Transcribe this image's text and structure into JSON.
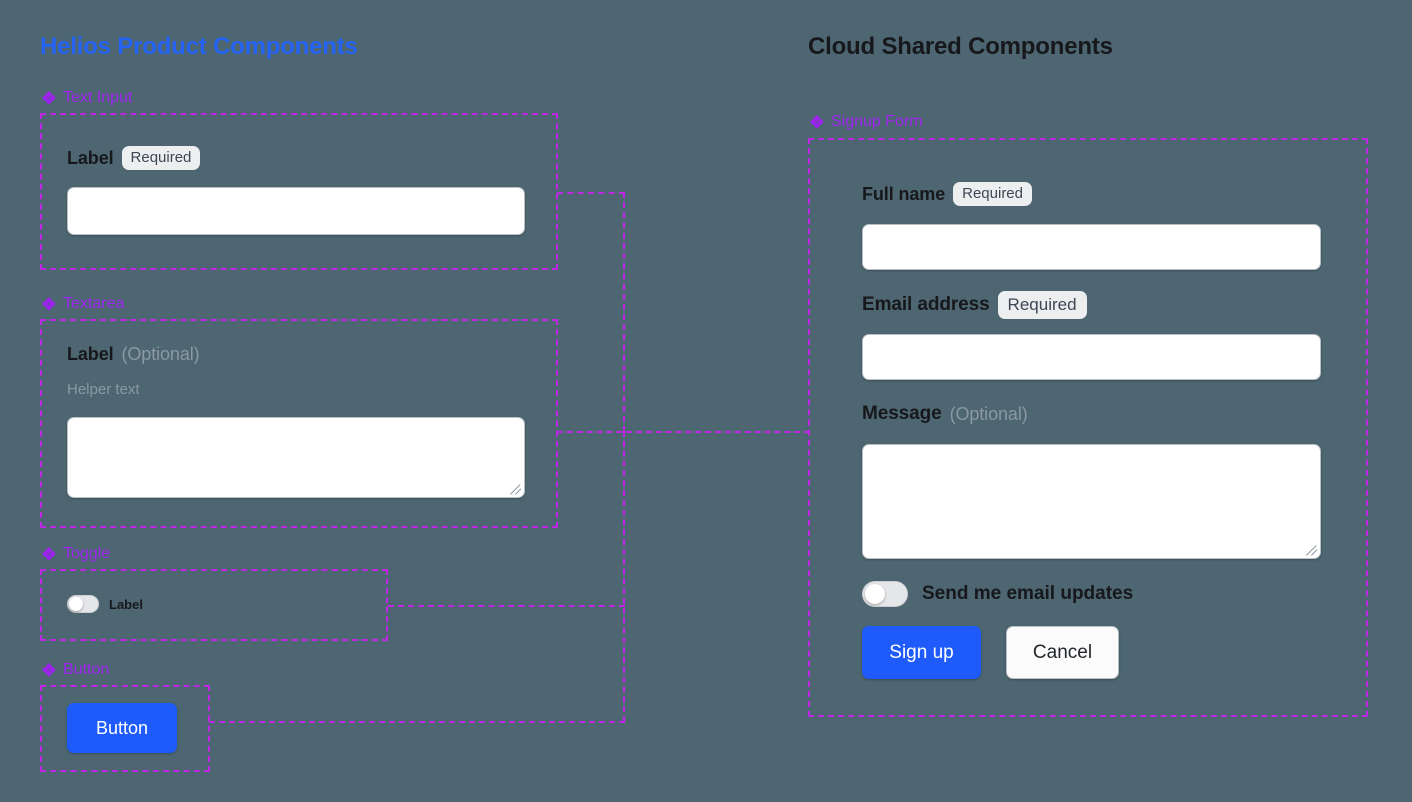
{
  "background_color": "#4d6671",
  "accent_colors": {
    "helios_title": "#2563f5",
    "component_purple": "#9d21ef",
    "frame_dashed": "#c026e8",
    "primary_button": "#1e5bfa",
    "badge_background": "#eceef0",
    "muted_text": "#8a99a3"
  },
  "panels": {
    "left": {
      "title": "Helios Product Components",
      "sections": [
        {
          "icon": "component-diamond-icon",
          "label": "Text Input"
        },
        {
          "icon": "component-diamond-icon",
          "label": "Textarea"
        },
        {
          "icon": "component-diamond-icon",
          "label": "Toggle"
        },
        {
          "icon": "component-diamond-icon",
          "label": "Button"
        }
      ]
    },
    "right": {
      "title": "Cloud Shared Components",
      "sections": [
        {
          "icon": "component-diamond-icon",
          "label": "Signup Form"
        }
      ]
    }
  },
  "text_input_component": {
    "label": "Label",
    "badge": "Required",
    "value": "",
    "placeholder": ""
  },
  "textarea_component": {
    "label": "Label",
    "optional": "(Optional)",
    "helper_text": "Helper text",
    "value": "",
    "placeholder": ""
  },
  "toggle_component": {
    "label": "Label",
    "state": "off"
  },
  "button_component": {
    "label": "Button"
  },
  "signup_form": {
    "fields": [
      {
        "label": "Full name",
        "badge": "Required",
        "value": "",
        "placeholder": ""
      },
      {
        "label": "Email address",
        "badge": "Required",
        "value": "",
        "placeholder": ""
      },
      {
        "label": "Message",
        "optional": "(Optional)",
        "value": "",
        "placeholder": ""
      }
    ],
    "toggle": {
      "label": "Send me email updates",
      "state": "off"
    },
    "actions": {
      "primary": "Sign up",
      "secondary": "Cancel"
    }
  }
}
